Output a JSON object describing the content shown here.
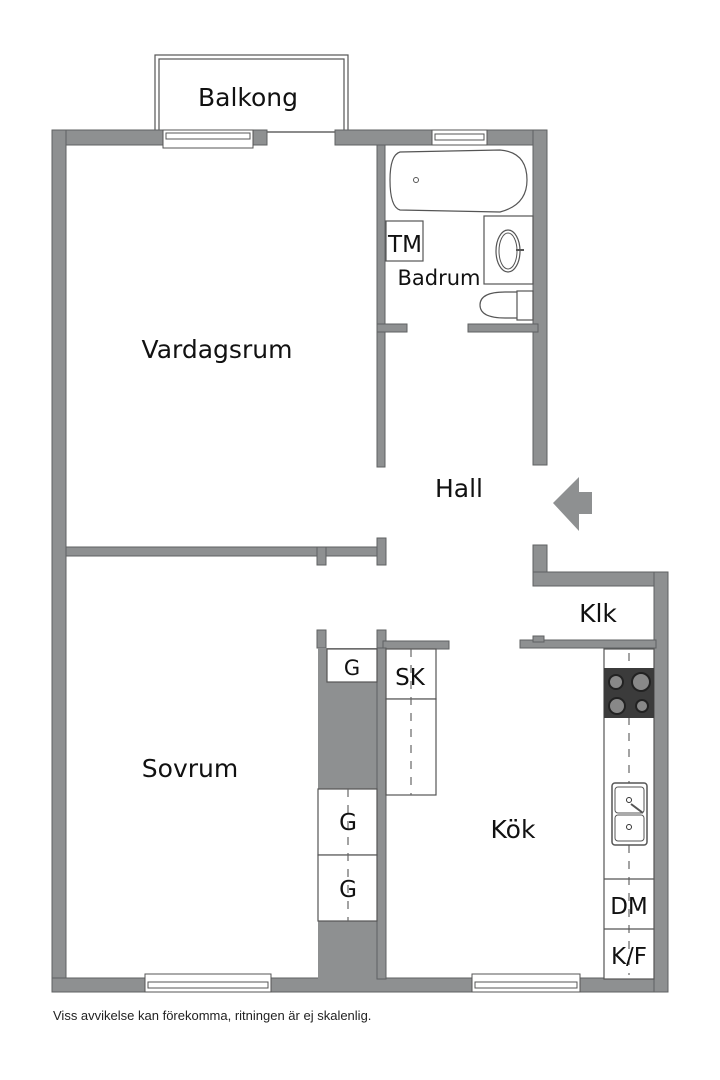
{
  "rooms": {
    "balkong": "Balkong",
    "vardagsrum": "Vardagsrum",
    "badrum": "Badrum",
    "hall": "Hall",
    "klk": "Klk",
    "sovrum": "Sovrum",
    "kok": "Kök"
  },
  "fixtures": {
    "tm": "TM",
    "sk": "SK",
    "g1": "G",
    "g2": "G",
    "g3": "G",
    "dm": "DM",
    "kf": "K/F"
  },
  "icons": {
    "entrance": "entrance-arrow-icon"
  },
  "colors": {
    "wall": "#8e9091",
    "background": "#ffffff",
    "stove": "#3b3b3b"
  },
  "footer": {
    "disclaimer": "Viss avvikelse kan förekomma, ritningen är ej skalenlig."
  }
}
